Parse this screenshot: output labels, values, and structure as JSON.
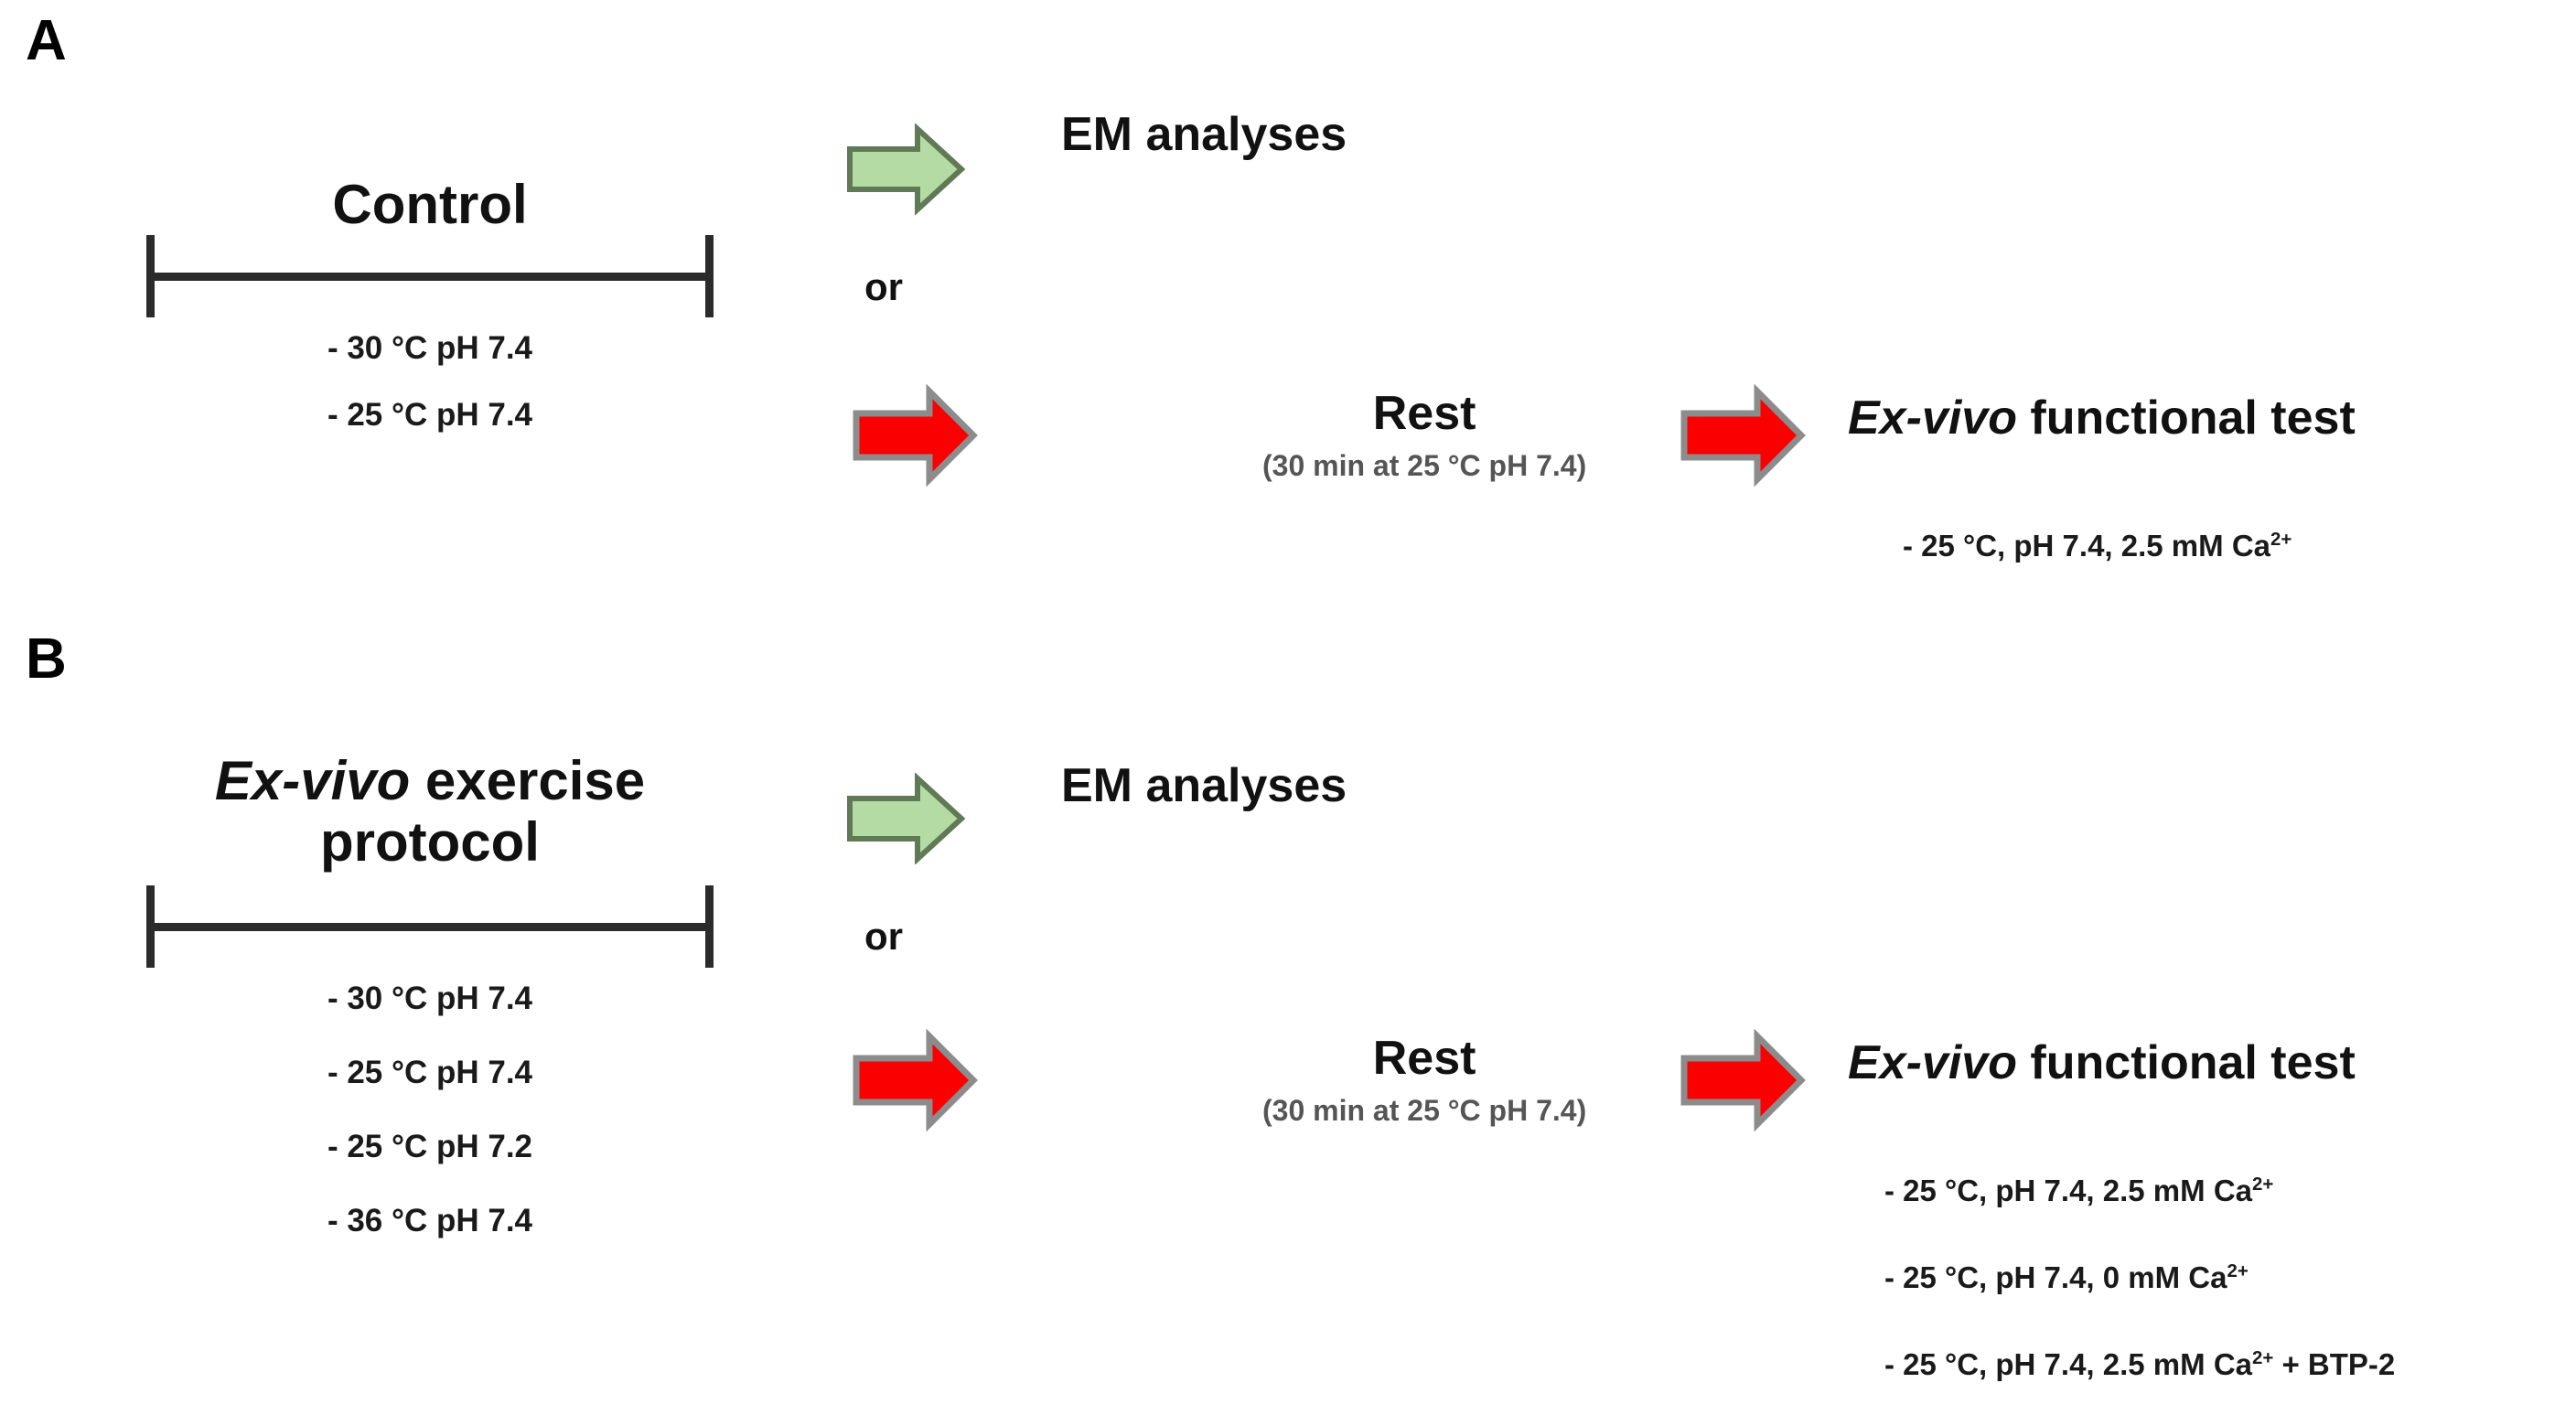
{
  "figure": {
    "background_color": "#ffffff",
    "arrow_colors": {
      "em_arrow_fill": "#b5dba5",
      "em_arrow_stroke": "#5f7a55",
      "flow_arrow_fill": "#fb0000",
      "flow_arrow_stroke": "#8c8c8c"
    }
  },
  "panels": [
    {
      "letter": "A",
      "group": {
        "title": "Control",
        "title_italic_prefix": "",
        "conditions": [
          "- 30 °C pH 7.4",
          "- 25 °C pH 7.4"
        ]
      },
      "em_branch": {
        "arrow_icon": "em-arrow-right-icon",
        "label": "EM analyses"
      },
      "or_label": "or",
      "rest_branch": {
        "arrow_icon": "flow-arrow-right-icon",
        "title": "Rest",
        "subtitle": "(30 min at 25 °C pH 7.4)"
      },
      "functional_test": {
        "arrow_icon": "flow-arrow-right-icon",
        "title_italic": "Ex-vivo",
        "title_rest": " functional test",
        "conditions": [
          "- 25 °C, pH 7.4, 2.5 mM Ca2+"
        ]
      }
    },
    {
      "letter": "B",
      "group": {
        "title_italic_prefix": "Ex-vivo",
        "title": " exercise protocol",
        "conditions": [
          "- 30 °C pH 7.4",
          "- 25 °C pH 7.4",
          "- 25 °C pH 7.2",
          "- 36 °C pH 7.4"
        ]
      },
      "em_branch": {
        "arrow_icon": "em-arrow-right-icon",
        "label": "EM analyses"
      },
      "or_label": "or",
      "rest_branch": {
        "arrow_icon": "flow-arrow-right-icon",
        "title": "Rest",
        "subtitle": "(30 min at 25 °C pH 7.4)"
      },
      "functional_test": {
        "arrow_icon": "flow-arrow-right-icon",
        "title_italic": "Ex-vivo",
        "title_rest": " functional test",
        "conditions": [
          "- 25 °C, pH 7.4, 2.5 mM Ca2+",
          "- 25 °C, pH 7.4, 0 mM Ca2+",
          "- 25 °C, pH 7.4, 2.5 mM Ca2+ + BTP-2"
        ]
      }
    }
  ]
}
